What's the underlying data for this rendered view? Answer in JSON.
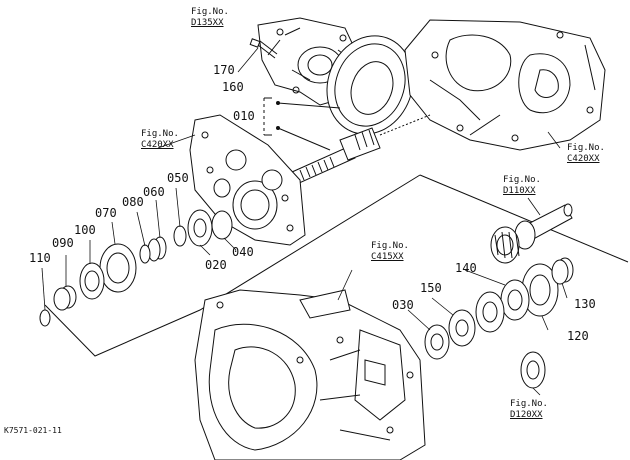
{
  "figure_refs": {
    "top": {
      "line1": "Fig.No.",
      "line2": "D135XX"
    },
    "left": {
      "line1": "Fig.No.",
      "line2": "C420XX"
    },
    "right_top": {
      "line1": "Fig.No.",
      "line2": "C420XX"
    },
    "right_mid": {
      "line1": "Fig.No.",
      "line2": "D110XX"
    },
    "center": {
      "line1": "Fig.No.",
      "line2": "C415XX"
    },
    "bottom": {
      "line1": "Fig.No.",
      "line2": "D120XX"
    }
  },
  "part_numbers": {
    "p010": "010",
    "p020": "020",
    "p030": "030",
    "p040": "040",
    "p050": "050",
    "p060": "060",
    "p070": "070",
    "p080": "080",
    "p090": "090",
    "p100": "100",
    "p110": "110",
    "p120": "120",
    "p130": "130",
    "p140": "140",
    "p150": "150",
    "p160": "160",
    "p170": "170"
  },
  "footer": {
    "drawing_id": "K7571-021-11"
  }
}
